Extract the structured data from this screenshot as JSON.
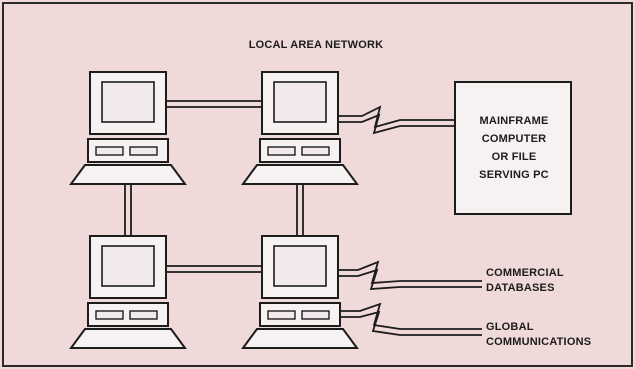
{
  "diagram": {
    "title": "LOCAL AREA NETWORK",
    "mainframe": {
      "lines": [
        "MAINFRAME",
        "COMPUTER",
        "OR FILE",
        "SERVING PC"
      ]
    },
    "commercial": {
      "lines": [
        "COMMERCIAL",
        "DATABASES"
      ]
    },
    "global": {
      "lines": [
        "GLOBAL",
        "COMMUNICATIONS"
      ]
    },
    "colors": {
      "background": "#f0d9d9",
      "line": "#1c1c1c",
      "box_fill": "#f7f2f2",
      "screen_fill": "#f2eaea"
    }
  }
}
